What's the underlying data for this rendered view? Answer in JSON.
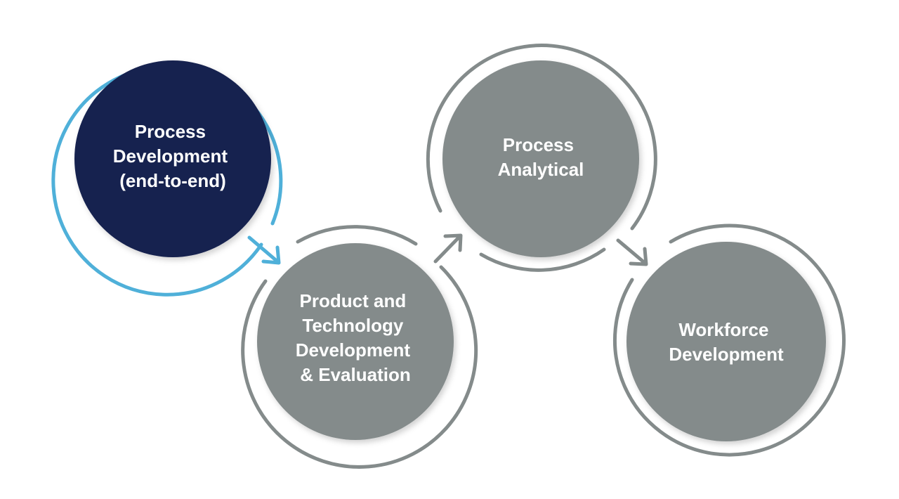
{
  "colors": {
    "navy": "#16214f",
    "sky": "#4fb0d9",
    "gray": "#848b8b",
    "ring_gray": "#848b8b",
    "text": "#ffffff"
  },
  "nodes": [
    {
      "id": "process-development",
      "lines": [
        "Process",
        "Development",
        "(end-to-end)"
      ],
      "fill": "#16214f",
      "ring": "#4fb0d9"
    },
    {
      "id": "product-technology",
      "lines": [
        "Product and",
        "Technology",
        "Development",
        "& Evaluation"
      ],
      "fill": "#848b8b",
      "ring": "#848b8b"
    },
    {
      "id": "process-analytical",
      "lines": [
        "Process",
        "Analytical"
      ],
      "fill": "#848b8b",
      "ring": "#848b8b"
    },
    {
      "id": "workforce-development",
      "lines": [
        "Workforce",
        "Development"
      ],
      "fill": "#848b8b",
      "ring": "#848b8b"
    }
  ]
}
